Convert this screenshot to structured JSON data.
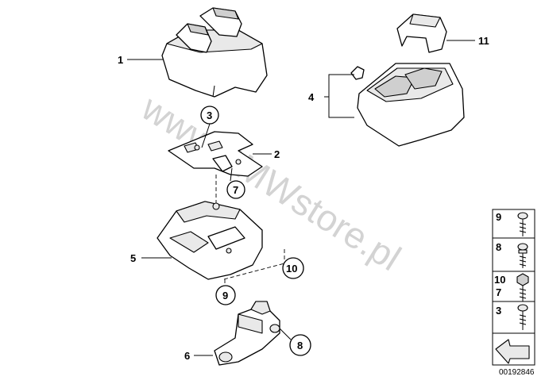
{
  "watermark": "www.BMWstore.pl",
  "diagram_code": "00192846",
  "callouts": {
    "c1": "1",
    "c2": "2",
    "c3": "3",
    "c4": "4",
    "c5": "5",
    "c6": "6",
    "c7": "7",
    "c8": "8",
    "c9": "9",
    "c10": "10",
    "c11": "11"
  },
  "legend": {
    "r1": "9",
    "r2": "8",
    "r3a": "10",
    "r3b": "7",
    "r4": "3"
  }
}
